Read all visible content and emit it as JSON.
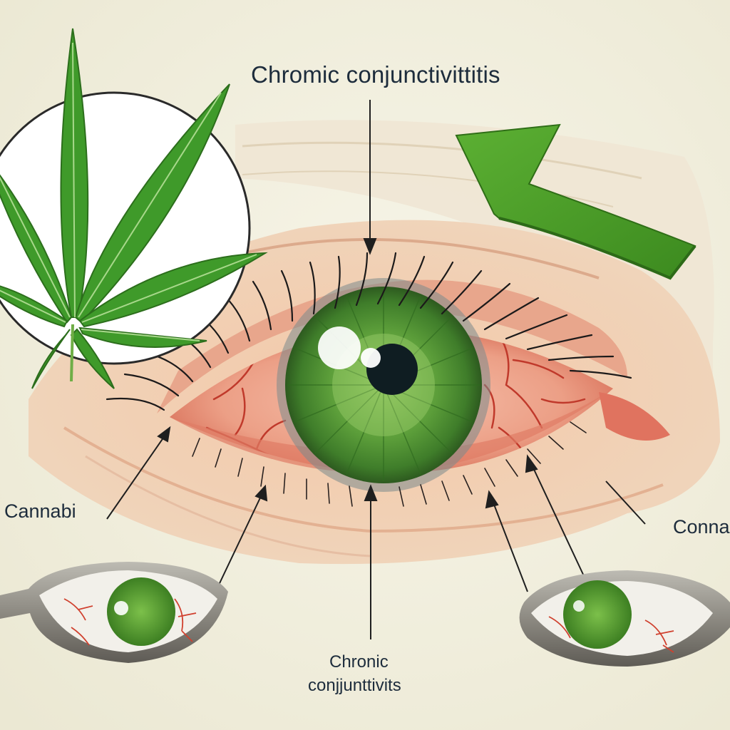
{
  "labels": {
    "top": "Chromic conjunctivittitis",
    "left": "Cannabi",
    "right": "Connab",
    "bottom_line1": "Chronic",
    "bottom_line2": "conjjunttivits"
  },
  "icons": {
    "leaf": "cannabis-leaf-icon",
    "arrow": "curved-green-arrow-icon",
    "eye": "inflamed-eye-icon",
    "small_eye": "magnified-eye-icon"
  },
  "colors": {
    "background": "#f3f1e2",
    "leaf_green": "#3f9a2a",
    "iris_green": "#5c9e3a",
    "arrow_green": "#4a9e2a",
    "sclera_red": "#e98f7a",
    "vessel_red": "#c0392b",
    "text": "#1d2c3c"
  }
}
